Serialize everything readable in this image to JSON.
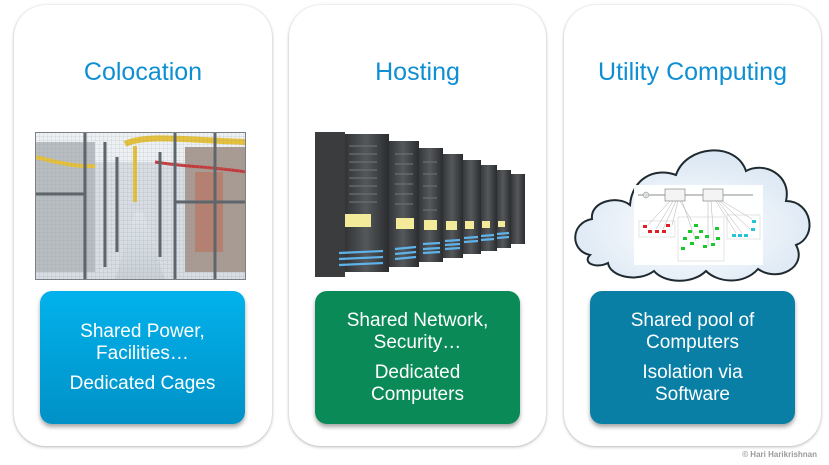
{
  "cards": [
    {
      "title": "Colocation",
      "visual": "datacenter-cages-photo",
      "shared": "Shared Power,\nFacilities…",
      "dedicated": "Dedicated Cages",
      "box_color": "#02a6e0"
    },
    {
      "title": "Hosting",
      "visual": "server-racks-image",
      "shared": "Shared Network,\nSecurity…",
      "dedicated": "Dedicated\nComputers",
      "box_color": "#0a8a56"
    },
    {
      "title": "Utility Computing",
      "visual": "cloud-network-diagram",
      "shared": "Shared pool of\nComputers",
      "dedicated": "Isolation via\nSoftware",
      "box_color": "#0a7fa6"
    }
  ],
  "title_color": "#0e8fd3",
  "copyright": "© Hari Harikrishnan"
}
